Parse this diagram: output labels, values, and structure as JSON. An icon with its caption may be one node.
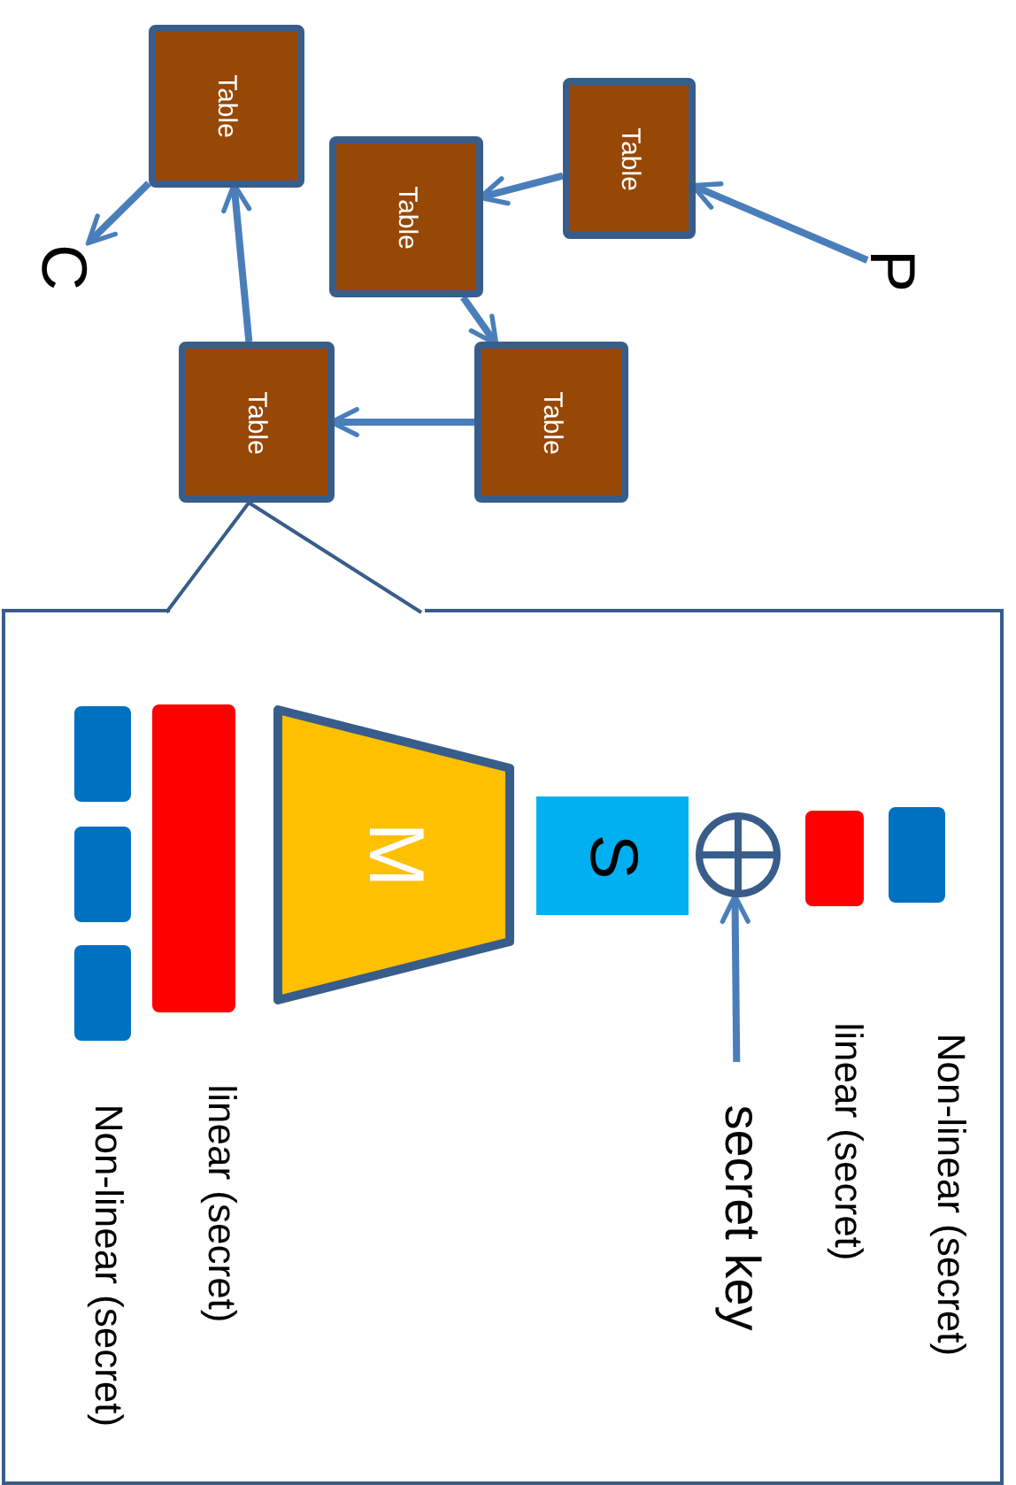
{
  "diagram": {
    "nodes": [
      {
        "text": [
          "P"
        ]
      },
      {
        "text": [
          "Table"
        ]
      },
      {
        "text": [
          "Table"
        ]
      },
      {
        "text": [
          "Table"
        ]
      },
      {
        "text": [
          "Table"
        ]
      },
      {
        "text": [
          "Table"
        ]
      },
      {
        "text": [
          "C"
        ]
      },
      {
        "text": [],
        "shape": "box"
      },
      {
        "text": [],
        "shape": "bar",
        "in": 7
      },
      {
        "text": [],
        "shape": "bar",
        "in": 7
      },
      {
        "text": [],
        "shape": "circle",
        "in": 7
      },
      {
        "text": [
          "secret key"
        ],
        "in": 7
      },
      {
        "text": [
          "S"
        ],
        "in": 7
      },
      {
        "text": [
          "M"
        ],
        "in": 7
      },
      {
        "text": [],
        "shape": "bar",
        "in": 7
      },
      {
        "text": [],
        "shape": "bar",
        "in": 7
      },
      {
        "text": [],
        "shape": "bar",
        "in": 7
      },
      {
        "text": [],
        "shape": "bar",
        "in": 7
      }
    ],
    "labels": [
      "Non-linear (secret)",
      "linear (secret)",
      "linear (secret)",
      "Non-linear (secret)"
    ],
    "edges": [
      {
        "from": 0,
        "to": 1,
        "arrow": "to"
      },
      {
        "from": 1,
        "to": 2,
        "arrow": "to"
      },
      {
        "from": 2,
        "to": 3,
        "arrow": "to"
      },
      {
        "from": 3,
        "to": 4,
        "arrow": "to"
      },
      {
        "from": 4,
        "to": 5,
        "arrow": "to"
      },
      {
        "from": 5,
        "to": 6,
        "arrow": "to"
      },
      {
        "from": 4,
        "to": 7,
        "arrow": "none",
        "color": "#385d8a"
      },
      {
        "from": 11,
        "to": 10,
        "arrow": "to"
      }
    ]
  }
}
